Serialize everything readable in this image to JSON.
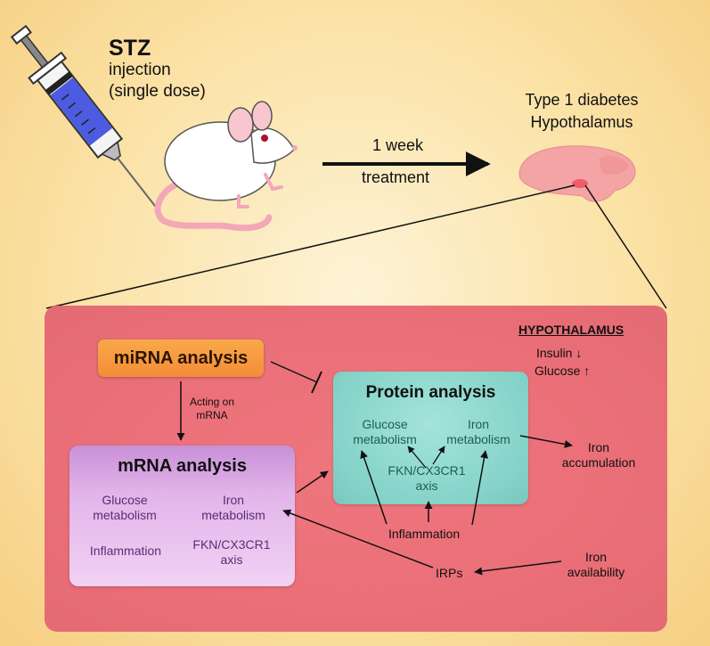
{
  "top": {
    "stz_title": "STZ",
    "stz_line2": "injection",
    "stz_line3": "(single dose)",
    "arrow_top_label": "1 week",
    "arrow_bottom_label": "treatment",
    "result_line1": "Type 1 diabetes",
    "result_line2": "Hypothalamus"
  },
  "panel": {
    "heading": "HYPOTHALAMUS",
    "insulin": "Insulin ↓",
    "glucose": "Glucose ↑",
    "mirna_box": "miRNA analysis",
    "acting_line1": "Acting on",
    "acting_line2": "mRNA",
    "mrna": {
      "title": "mRNA analysis",
      "glucose_l1": "Glucose",
      "glucose_l2": "metabolism",
      "iron_l1": "Iron",
      "iron_l2": "metabolism",
      "inflammation": "Inflammation",
      "fkn_l1": "FKN/CX3CR1",
      "fkn_l2": "axis"
    },
    "protein": {
      "title": "Protein analysis",
      "glucose_l1": "Glucose",
      "glucose_l2": "metabolism",
      "iron_l1": "Iron",
      "iron_l2": "metabolism",
      "fkn_l1": "FKN/CX3CR1",
      "fkn_l2": "axis"
    },
    "iron_accum_l1": "Iron",
    "iron_accum_l2": "accumulation",
    "inflammation": "Inflammation",
    "irps": "IRPs",
    "iron_avail_l1": "Iron",
    "iron_avail_l2": "availability"
  },
  "colors": {
    "panel": "#ea6f78",
    "mirna_box": "#f7983f",
    "mrna_box": "#dca7e6",
    "protein_box": "#8ad6cc",
    "syringe_fluid": "#4d5be0"
  },
  "icons": [
    "syringe-icon",
    "mouse-icon",
    "brain-icon"
  ]
}
